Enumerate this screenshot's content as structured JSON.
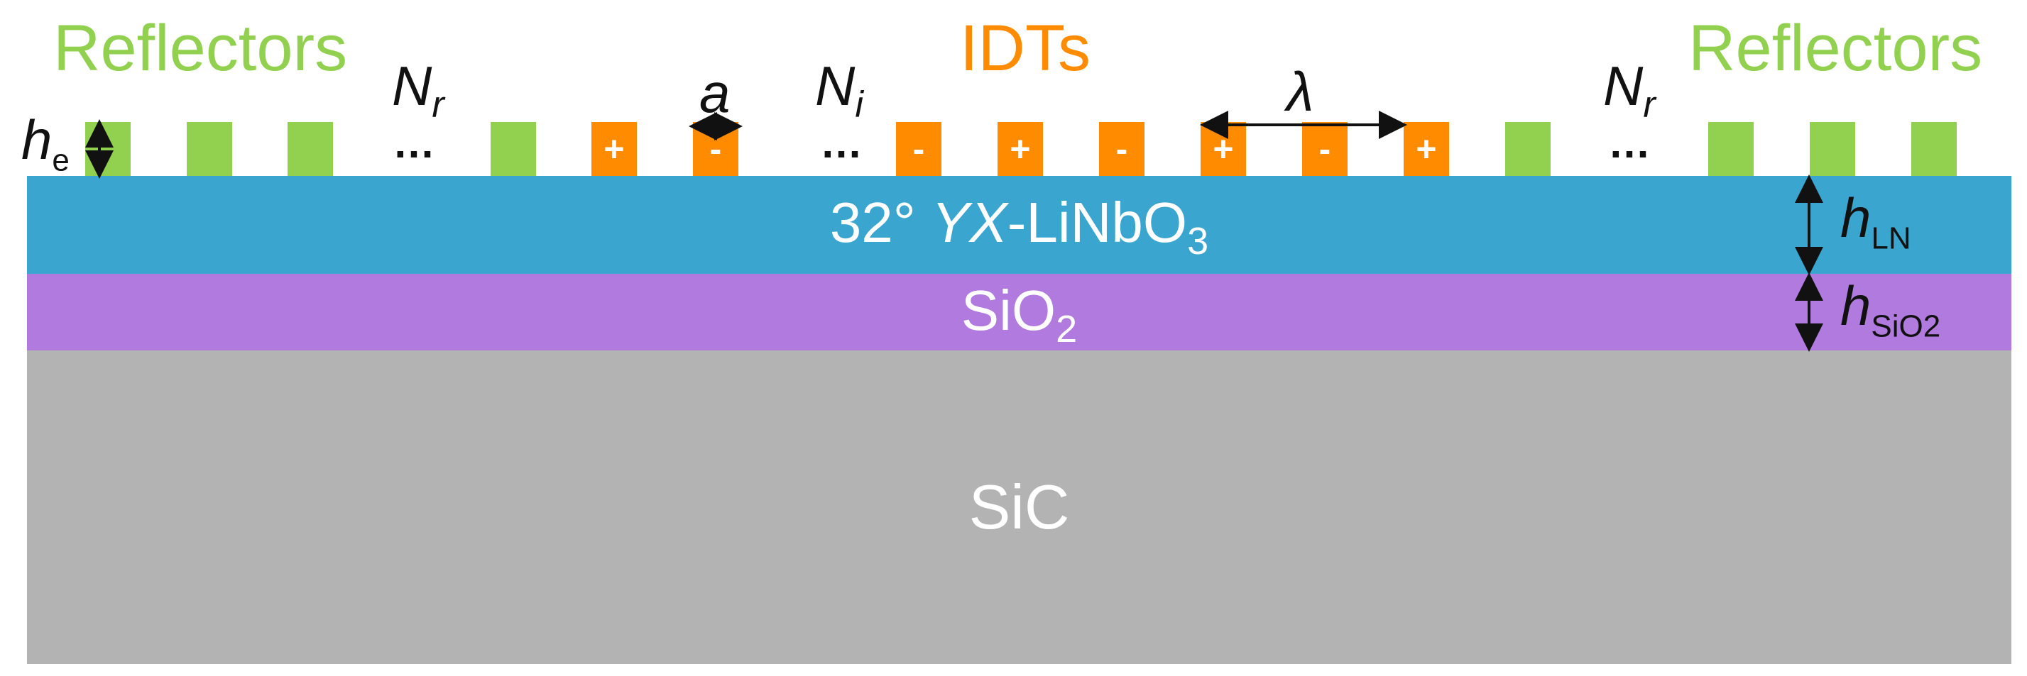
{
  "labels": {
    "reflectors_left": "Reflectors",
    "idts": "IDTs",
    "reflectors_right": "Reflectors"
  },
  "symbols": {
    "he_main": "h",
    "he_sub": "e",
    "nr_main": "N",
    "nr_sub": "r",
    "a": "a",
    "ni_main": "N",
    "ni_sub": "i",
    "lambda": "λ",
    "nr2_main": "N",
    "nr2_sub": "r",
    "ellipsis": "…"
  },
  "layers": {
    "linbo3_prefix": "32° ",
    "linbo3_italic": "YX",
    "linbo3_rest": "-LiNbO",
    "linbo3_sub": "3",
    "sio2_main": "SiO",
    "sio2_sub": "2",
    "sic": "SiC"
  },
  "thickness": {
    "hln_main": "h",
    "hln_sub": "LN",
    "hsio2_main": "h",
    "hsio2_sub": "SiO2"
  },
  "idt_signs": [
    "+",
    "-",
    "-",
    "+",
    "-",
    "+",
    "-",
    "+"
  ],
  "colors": {
    "reflector": "#92d050",
    "idt": "#ff8c00",
    "linbo3": "#3aa6d0",
    "sio2": "#b07ade",
    "sic": "#b3b3b3"
  }
}
